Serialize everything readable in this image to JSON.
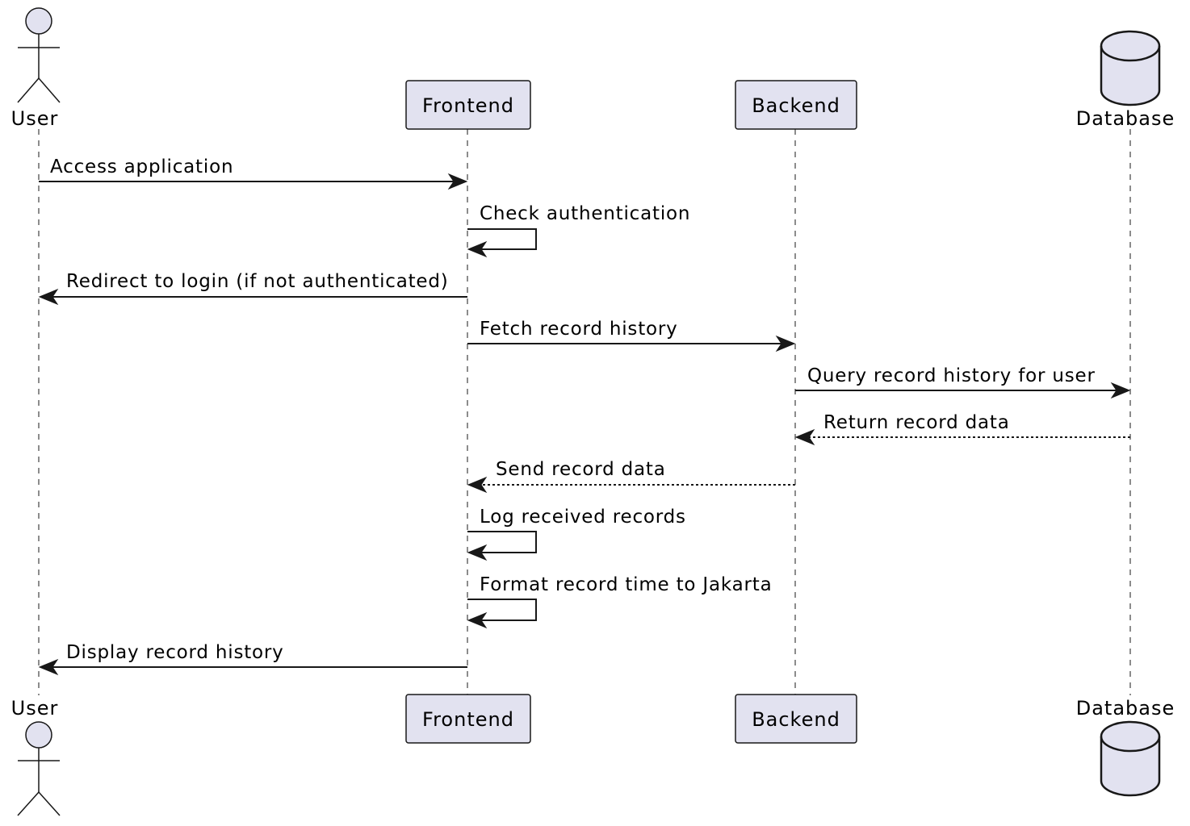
{
  "participants": {
    "user": {
      "label": "User",
      "kind": "actor"
    },
    "frontend": {
      "label": "Frontend",
      "kind": "box"
    },
    "backend": {
      "label": "Backend",
      "kind": "box"
    },
    "database": {
      "label": "Database",
      "kind": "database"
    }
  },
  "messages": [
    {
      "label": "Access application",
      "from": "user",
      "to": "frontend",
      "style": "solid"
    },
    {
      "label": "Check authentication",
      "from": "frontend",
      "to": "frontend",
      "style": "solid"
    },
    {
      "label": "Redirect to login (if not authenticated)",
      "from": "frontend",
      "to": "user",
      "style": "solid"
    },
    {
      "label": "Fetch record history",
      "from": "frontend",
      "to": "backend",
      "style": "solid"
    },
    {
      "label": "Query record history for user",
      "from": "backend",
      "to": "database",
      "style": "solid"
    },
    {
      "label": "Return record data",
      "from": "database",
      "to": "backend",
      "style": "dotted"
    },
    {
      "label": "Send record data",
      "from": "backend",
      "to": "frontend",
      "style": "dotted"
    },
    {
      "label": "Log received records",
      "from": "frontend",
      "to": "frontend",
      "style": "solid"
    },
    {
      "label": "Format record time to Jakarta",
      "from": "frontend",
      "to": "frontend",
      "style": "solid"
    },
    {
      "label": "Display record history",
      "from": "frontend",
      "to": "user",
      "style": "solid"
    }
  ],
  "colors": {
    "participant_fill": "#e2e2f0",
    "stroke": "#181818",
    "lifeline": "#666666"
  }
}
